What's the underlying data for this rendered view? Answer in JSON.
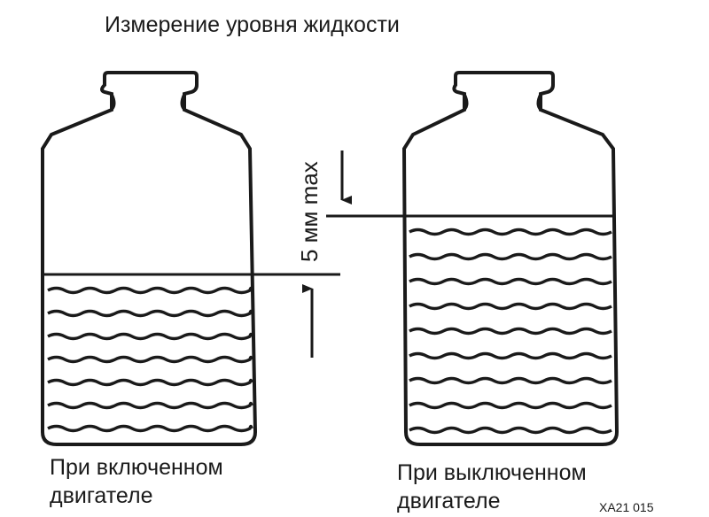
{
  "title": "Измерение уровня жидкости",
  "measurement_label": "5 мм max",
  "left_caption": {
    "line1": "При включенном",
    "line2": "двигателе"
  },
  "right_caption": {
    "line1": "При выключенном",
    "line2": "двигателе"
  },
  "figure_code": "ХА21 015",
  "colors": {
    "ink": "#1a1a1a",
    "background": "#ffffff"
  }
}
